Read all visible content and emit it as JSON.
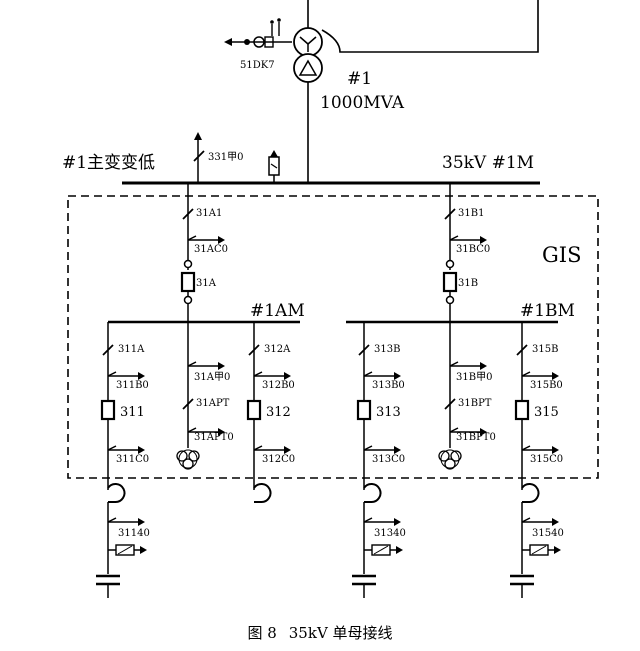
{
  "transformer": {
    "ct_label": "51DK7",
    "number": "#1",
    "capacity": "1000MVA"
  },
  "bus_main": {
    "left_label": "#1主变变低",
    "right_label": "35kV  #1M",
    "ground_switch": "331甲0"
  },
  "gis_label": "GIS",
  "bay_a": {
    "disconnector": "31A1",
    "ground": "31AC0",
    "breaker": "31A",
    "bus": "#1AM"
  },
  "bay_b": {
    "disconnector": "31B1",
    "ground": "31BC0",
    "breaker": "31B",
    "bus": "#1BM"
  },
  "feeders": [
    {
      "disconnector": "311A",
      "ground1": "311B0",
      "breaker": "311",
      "ground2": "311C0",
      "ground3": "31140"
    },
    {
      "disconnector": "312A",
      "ground1": "312B0",
      "breaker": "312",
      "ground2": "312C0"
    },
    {
      "disconnector": "313B",
      "ground1": "313B0",
      "breaker": "313",
      "ground2": "313C0",
      "ground3": "31340"
    },
    {
      "disconnector": "315B",
      "ground1": "315B0",
      "breaker": "315",
      "ground2": "315C0",
      "ground3": "31540"
    }
  ],
  "pt_a": {
    "ground": "31A甲0",
    "disconnector": "31APT",
    "ground2": "31APT0"
  },
  "pt_b": {
    "ground": "31B甲0",
    "disconnector": "31BPT",
    "ground2": "31BPT0"
  },
  "caption": {
    "figure": "图 8",
    "title": "35kV 单母接线"
  }
}
